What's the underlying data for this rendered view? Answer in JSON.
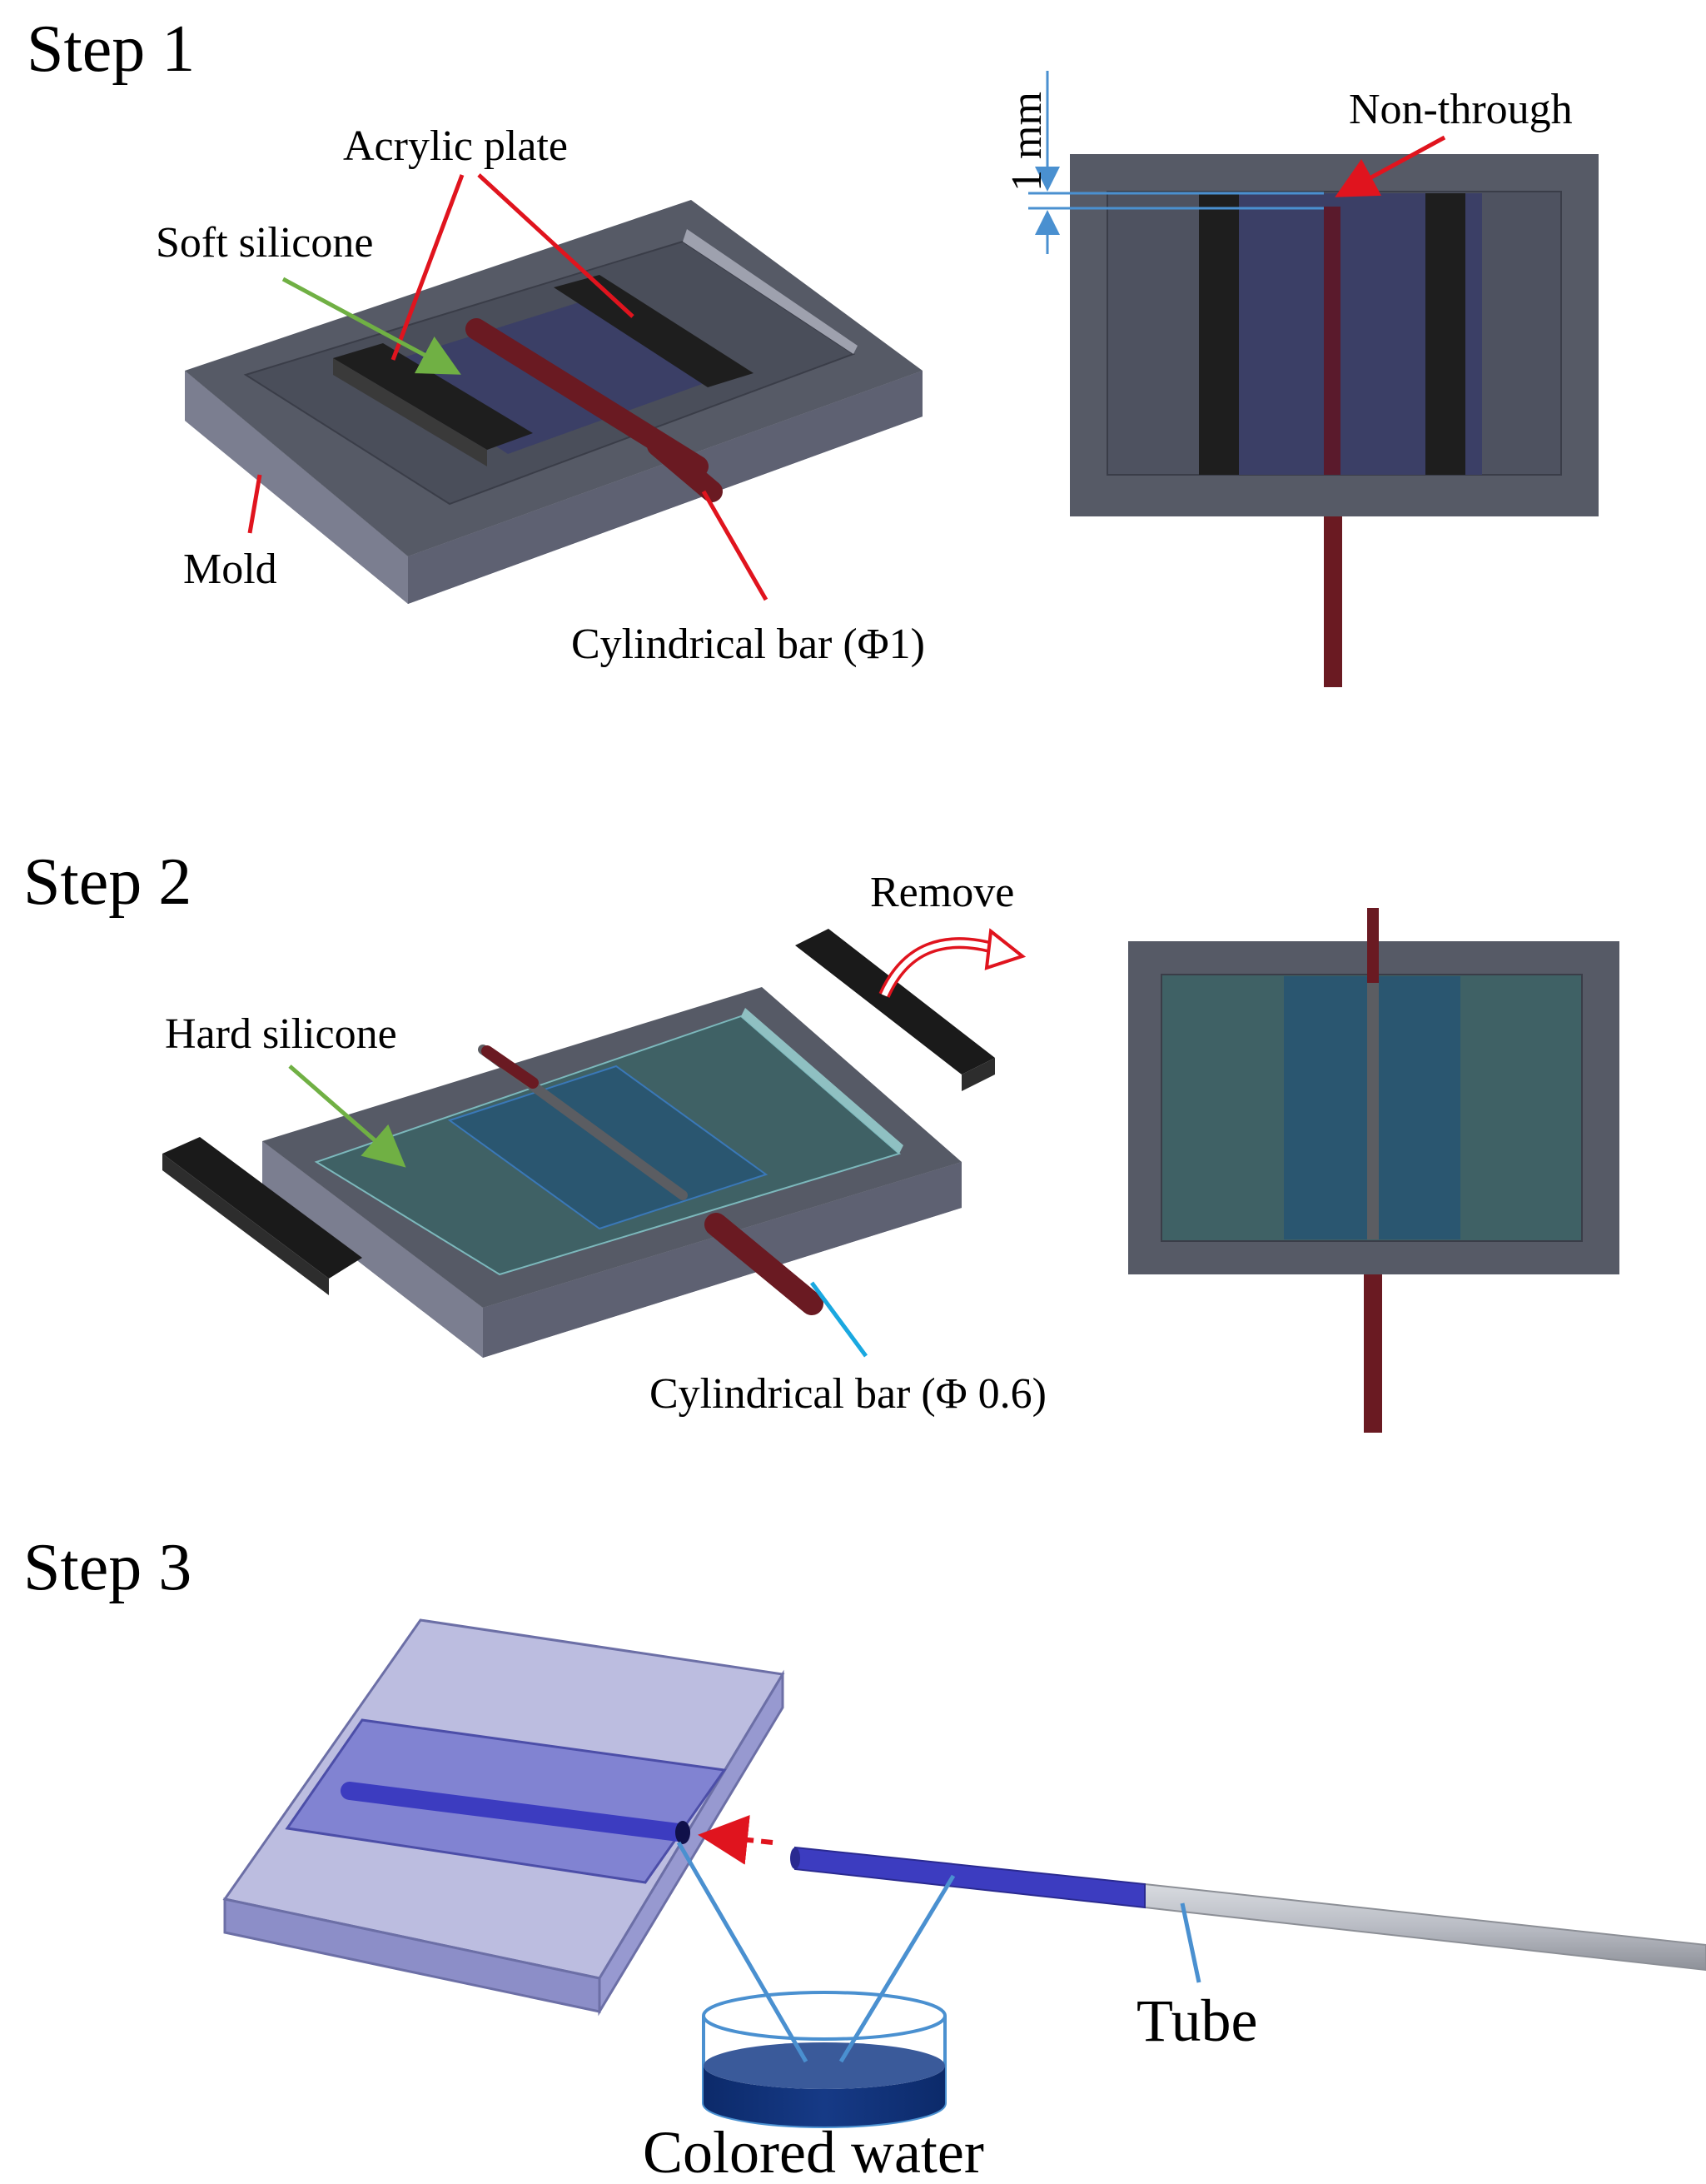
{
  "steps": {
    "step1": {
      "title": "Step 1",
      "labels": {
        "acrylic_plate": "Acrylic plate",
        "soft_silicone": "Soft silicone",
        "mold": "Mold",
        "cylindrical_bar": "Cylindrical bar (Φ1)",
        "non_through": "Non-through",
        "dimension": "1 mm"
      }
    },
    "step2": {
      "title": "Step 2",
      "labels": {
        "remove": "Remove",
        "hard_silicone": "Hard silicone",
        "cylindrical_bar": "Cylindrical bar (Φ 0.6)"
      }
    },
    "step3": {
      "title": "Step 3",
      "labels": {
        "tube": "Tube",
        "colored_water": "Colored water"
      }
    }
  },
  "colors": {
    "mold_top": "#565a66",
    "mold_front": "#6c6f80",
    "acrylic": "#1e1e1e",
    "soft_silicone": "#3b3f66",
    "bar_red": "#6a1a22",
    "hard_silicone": "#3f6165",
    "hard_silicone_center": "#2a5670",
    "pointer_red": "#e0141e",
    "pointer_green": "#70b044",
    "pointer_blue": "#1aa8e0",
    "dim_blue": "#4a90d0",
    "block_purple": "#a5a7d6",
    "tube_blue": "#3c3cc0",
    "water": "#0c2a6a"
  }
}
